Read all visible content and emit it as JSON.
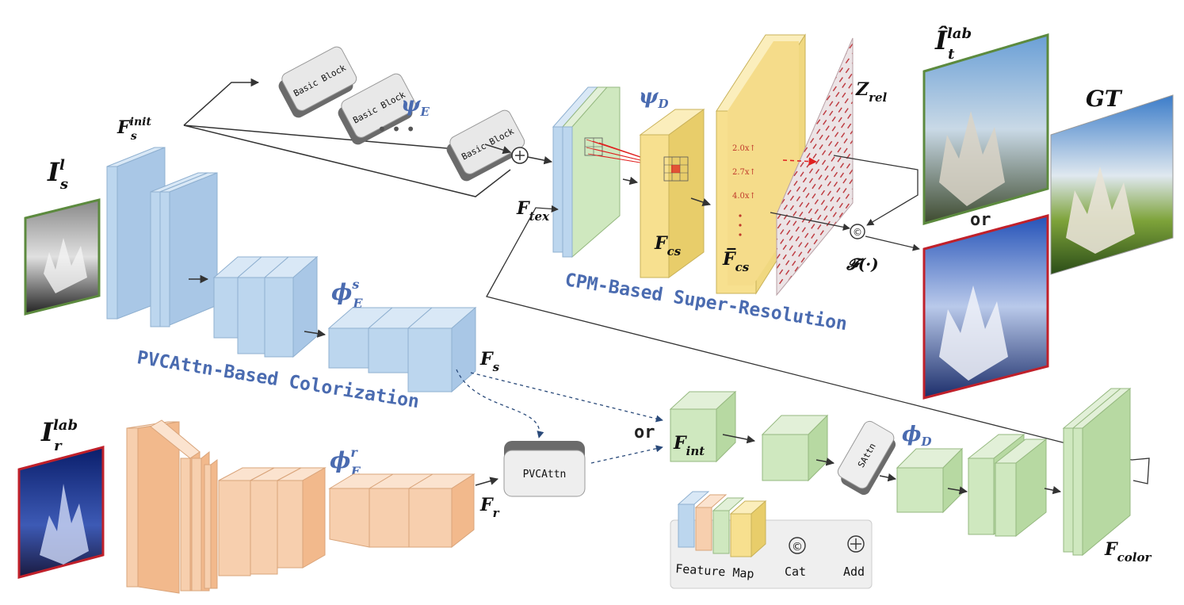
{
  "sections": {
    "colorization": "PVCAttn-Based Colorization",
    "super_resolution": "CPM-Based Super-Resolution"
  },
  "symbols": {
    "input_gray": {
      "main": "I",
      "sup": "l",
      "sub": "s"
    },
    "input_ref": {
      "main": "I",
      "sup": "lab",
      "sub": "r"
    },
    "output": {
      "main": "Î",
      "sup": "lab",
      "sub": "t"
    },
    "gt": "GT",
    "f_init": {
      "main": "F",
      "sup": "init",
      "sub": "s"
    },
    "psi_e": {
      "main": "ψ",
      "sub": "E"
    },
    "psi_d": {
      "main": "ψ",
      "sub": "D"
    },
    "phi_es": {
      "main": "ϕ",
      "sup": "s",
      "sub": "E"
    },
    "phi_er": {
      "main": "ϕ",
      "sup": "r",
      "sub": "E"
    },
    "phi_d": {
      "main": "ϕ",
      "sub": "D"
    },
    "f_tex": {
      "main": "F",
      "sub": "tex"
    },
    "f_cs": {
      "main": "F",
      "sub": "cs"
    },
    "f_cs_bar": {
      "main": "F̅",
      "sub": "cs"
    },
    "z_rel": {
      "main": "Z",
      "sub": "rel"
    },
    "f_s": {
      "main": "F",
      "sub": "s"
    },
    "f_r": {
      "main": "F",
      "sub": "r"
    },
    "f_int": {
      "main": "F",
      "sub": "int"
    },
    "f_color": {
      "main": "F",
      "sub": "color"
    },
    "fusion": "𝓕(·)"
  },
  "blocks": {
    "basic_block": "Basic Block",
    "pvcattn": "PVCAttn",
    "sattn": "SAttn",
    "dots": "• • •"
  },
  "scale_labels": [
    "2.0x↑",
    "2.7x↑",
    "4.0x↑"
  ],
  "or_labels": [
    "or",
    "or"
  ],
  "legend": {
    "feature_map": "Feature Map",
    "cat": "Cat",
    "add": "Add",
    "cat_symbol": "©",
    "add_symbol": "⊕"
  },
  "colors": {
    "blue_feature": "#bcd6ee",
    "orange_feature": "#f7cfae",
    "green_feature": "#cfe8bf",
    "yellow_feature": "#f7e08f",
    "section_text": "#4a6bb0",
    "attention_line": "#e02020"
  }
}
